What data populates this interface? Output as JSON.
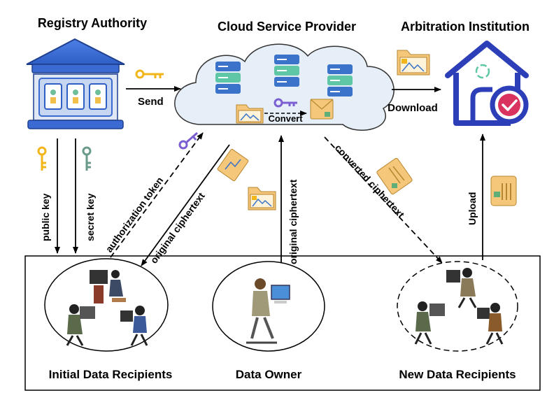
{
  "entities": {
    "registry_authority": "Registry Authority",
    "cloud_service_provider": "Cloud Service Provider",
    "arbitration_institution": "Arbitration Institution",
    "initial_data_recipients": "Initial Data Recipients",
    "data_owner": "Data Owner",
    "new_data_recipients": "New Data Recipients"
  },
  "flows": {
    "send": "Send",
    "convert": "Convert",
    "download": "Download",
    "public_key": "public key",
    "secret_key": "secret key",
    "authorization_token": "authorization token",
    "original_ciphertext_to_recipients": "original ciphertext",
    "original_ciphertext_from_owner": "original ciphertext",
    "converted_ciphertext": "converted ciphertext",
    "upload": "Upload"
  },
  "colors": {
    "authority_blue": "#3f6fd6",
    "server_blue": "#3a73c9",
    "server_teal": "#5fc6a6",
    "key_gold": "#f2b61a",
    "key_purple": "#7b5ed1",
    "key_green": "#6a9a8a",
    "folder_tan": "#f4c77a",
    "cloud_fill": "#e6eef7",
    "house_blue": "#2d3fb8",
    "check_red": "#d9345f"
  }
}
